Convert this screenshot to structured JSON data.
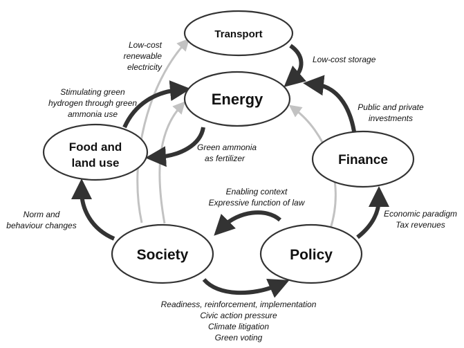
{
  "nodes": {
    "transport": "Transport",
    "energy": "Energy",
    "food_line1": "Food and",
    "food_line2": "land use",
    "finance": "Finance",
    "society": "Society",
    "policy": "Policy"
  },
  "labels": {
    "renewable": [
      "Low-cost",
      "renewable",
      "electricity"
    ],
    "storage": "Low-cost  storage",
    "hydrogen": [
      "Stimulating green",
      "hydrogen  through green",
      "ammonia use"
    ],
    "investments": [
      "Public and private",
      "investments"
    ],
    "fertilizer": [
      "Green ammonia",
      "as fertilizer"
    ],
    "enabling": [
      "Enabling context",
      "Expressive function of law"
    ],
    "economic": [
      "Economic paradigm",
      "Tax revenues"
    ],
    "norm": [
      "Norm and",
      "behaviour changes"
    ],
    "readiness": [
      "Readiness, reinforcement, implementation",
      "Civic action pressure",
      "Climate litigation",
      "Green voting"
    ]
  },
  "colors": {
    "dark_arrow": "#333333",
    "light_arrow": "#c2c2c2"
  }
}
